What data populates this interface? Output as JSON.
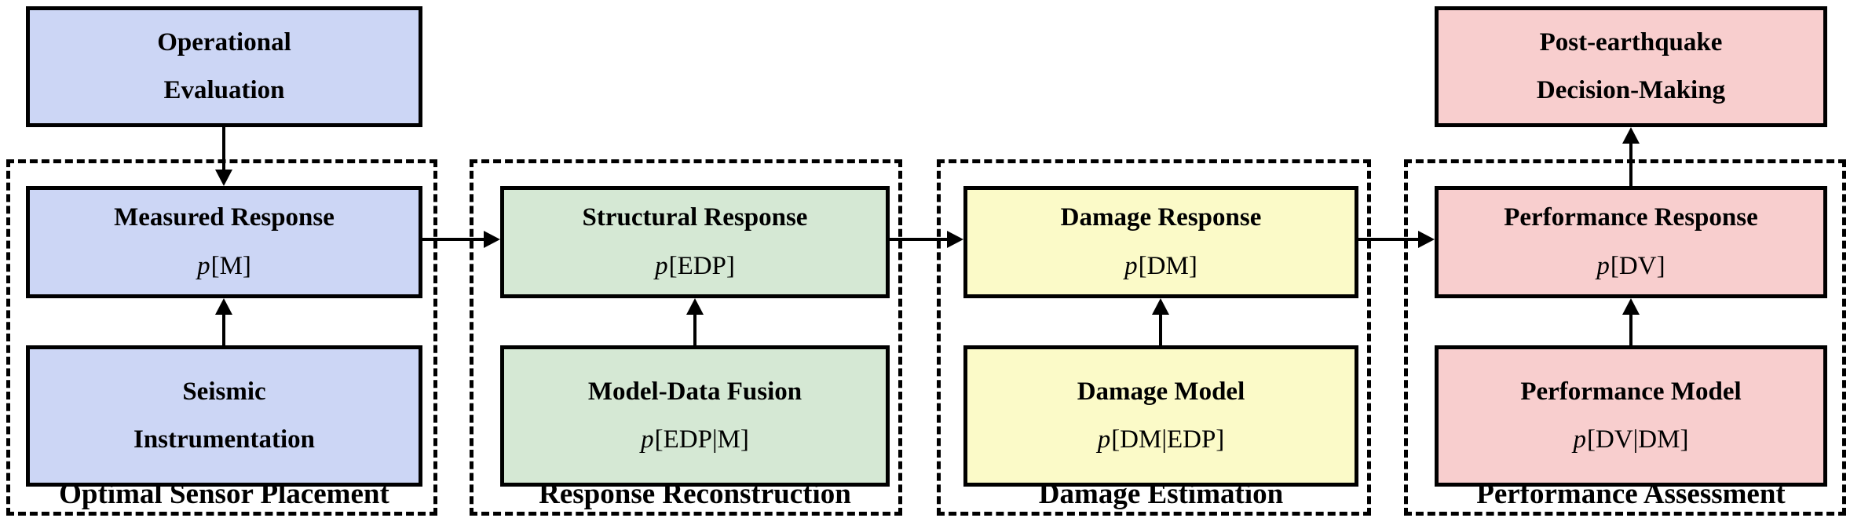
{
  "colors": {
    "blue": "#CCD6F5",
    "green": "#D5E8D4",
    "yellow": "#FBFAC8",
    "pink": "#F8CECE",
    "line": "#000000"
  },
  "groups": [
    {
      "label": "Optimal Sensor Placement"
    },
    {
      "label": "Response Reconstruction"
    },
    {
      "label": "Damage Estimation"
    },
    {
      "label": "Performance Assessment"
    }
  ],
  "boxes": {
    "operational_evaluation": {
      "line1": "Operational",
      "line2": "Evaluation"
    },
    "measured_response": {
      "title": "Measured Response",
      "math_var": "p",
      "math_arg": "[M]"
    },
    "seismic_instrumentation": {
      "line1": "Seismic",
      "line2": "Instrumentation"
    },
    "structural_response": {
      "title": "Structural Response",
      "math_var": "p",
      "math_arg": "[EDP]"
    },
    "model_data_fusion": {
      "title": "Model-Data Fusion",
      "math_var": "p",
      "math_arg": "[EDP|M]"
    },
    "damage_response": {
      "title": "Damage Response",
      "math_var": "p",
      "math_arg": "[DM]"
    },
    "damage_model": {
      "title": "Damage Model",
      "math_var": "p",
      "math_arg": "[DM|EDP]"
    },
    "performance_response": {
      "title": "Performance Response",
      "math_var": "p",
      "math_arg": "[DV]"
    },
    "performance_model": {
      "title": "Performance Model",
      "math_var": "p",
      "math_arg": "[DV|DM]"
    },
    "post_earthquake_decision_making": {
      "line1": "Post-earthquake",
      "line2": "Decision-Making"
    }
  }
}
